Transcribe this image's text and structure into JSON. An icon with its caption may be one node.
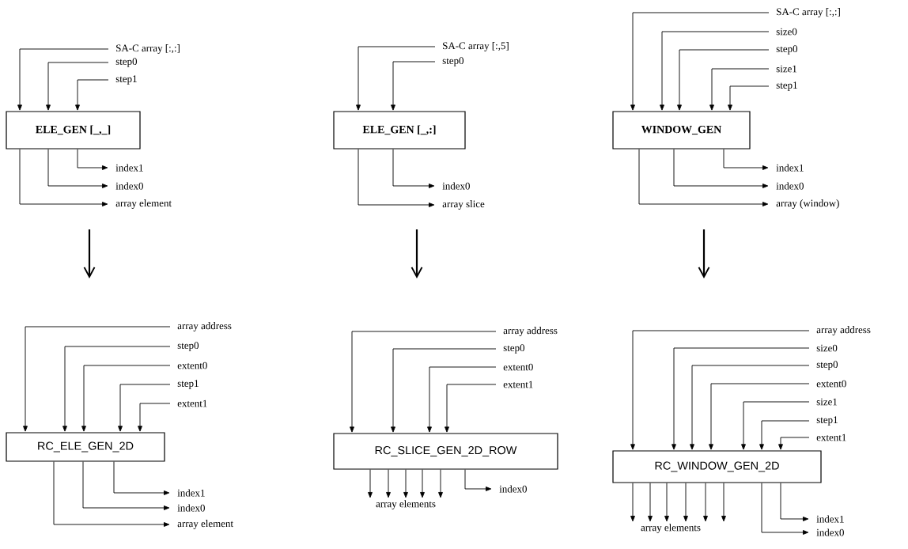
{
  "diagram": {
    "nodes": [
      {
        "text": [
          "SA-C array [:,:]"
        ]
      },
      {
        "text": [
          "step0"
        ]
      },
      {
        "text": [
          "step1"
        ]
      },
      {
        "text": [
          "ELE_GEN [_,_]"
        ]
      },
      {
        "text": [
          "index1"
        ]
      },
      {
        "text": [
          "index0"
        ]
      },
      {
        "text": [
          "array element"
        ]
      },
      {
        "text": [
          "SA-C array [:,5]"
        ]
      },
      {
        "text": [
          "step0"
        ]
      },
      {
        "text": [
          "ELE_GEN [_,:]"
        ]
      },
      {
        "text": [
          "index0"
        ]
      },
      {
        "text": [
          "array slice"
        ]
      },
      {
        "text": [
          "SA-C array [:,:]"
        ]
      },
      {
        "text": [
          "size0"
        ]
      },
      {
        "text": [
          "step0"
        ]
      },
      {
        "text": [
          "size1"
        ]
      },
      {
        "text": [
          "step1"
        ]
      },
      {
        "text": [
          "WINDOW_GEN"
        ]
      },
      {
        "text": [
          "index1"
        ]
      },
      {
        "text": [
          "index0"
        ]
      },
      {
        "text": [
          "array (window)"
        ]
      },
      {
        "text": [
          "array address"
        ]
      },
      {
        "text": [
          "step0"
        ]
      },
      {
        "text": [
          "extent0"
        ]
      },
      {
        "text": [
          "step1"
        ]
      },
      {
        "text": [
          "extent1"
        ]
      },
      {
        "text": [
          "RC_ELE_GEN_2D"
        ]
      },
      {
        "text": [
          "index1"
        ]
      },
      {
        "text": [
          "index0"
        ]
      },
      {
        "text": [
          "array element"
        ]
      },
      {
        "text": [
          "array address"
        ]
      },
      {
        "text": [
          "step0"
        ]
      },
      {
        "text": [
          "extent0"
        ]
      },
      {
        "text": [
          "extent1"
        ]
      },
      {
        "text": [
          "RC_SLICE_GEN_2D_ROW"
        ]
      },
      {
        "text": [
          "array elements"
        ]
      },
      {
        "text": [
          "index0"
        ]
      },
      {
        "text": [
          "array address"
        ]
      },
      {
        "text": [
          "size0"
        ]
      },
      {
        "text": [
          "step0"
        ]
      },
      {
        "text": [
          "extent0"
        ]
      },
      {
        "text": [
          "size1"
        ]
      },
      {
        "text": [
          "step1"
        ]
      },
      {
        "text": [
          "extent1"
        ]
      },
      {
        "text": [
          "RC_WINDOW_GEN_2D"
        ]
      },
      {
        "text": [
          "array elements"
        ]
      },
      {
        "text": [
          "index1"
        ]
      },
      {
        "text": [
          "index0"
        ]
      }
    ],
    "edges": [
      {
        "from": 0,
        "to": 3,
        "arrow": "to"
      },
      {
        "from": 1,
        "to": 3,
        "arrow": "to"
      },
      {
        "from": 2,
        "to": 3,
        "arrow": "to"
      },
      {
        "from": 3,
        "to": 4,
        "arrow": "to"
      },
      {
        "from": 3,
        "to": 5,
        "arrow": "to"
      },
      {
        "from": 3,
        "to": 6,
        "arrow": "to"
      },
      {
        "from": 7,
        "to": 9,
        "arrow": "to"
      },
      {
        "from": 8,
        "to": 9,
        "arrow": "to"
      },
      {
        "from": 9,
        "to": 10,
        "arrow": "to"
      },
      {
        "from": 9,
        "to": 11,
        "arrow": "to"
      },
      {
        "from": 12,
        "to": 17,
        "arrow": "to"
      },
      {
        "from": 13,
        "to": 17,
        "arrow": "to"
      },
      {
        "from": 14,
        "to": 17,
        "arrow": "to"
      },
      {
        "from": 15,
        "to": 17,
        "arrow": "to"
      },
      {
        "from": 16,
        "to": 17,
        "arrow": "to"
      },
      {
        "from": 17,
        "to": 18,
        "arrow": "to"
      },
      {
        "from": 17,
        "to": 19,
        "arrow": "to"
      },
      {
        "from": 17,
        "to": 20,
        "arrow": "to"
      },
      {
        "from": 21,
        "to": 26,
        "arrow": "to"
      },
      {
        "from": 22,
        "to": 26,
        "arrow": "to"
      },
      {
        "from": 23,
        "to": 26,
        "arrow": "to"
      },
      {
        "from": 24,
        "to": 26,
        "arrow": "to"
      },
      {
        "from": 25,
        "to": 26,
        "arrow": "to"
      },
      {
        "from": 26,
        "to": 27,
        "arrow": "to"
      },
      {
        "from": 26,
        "to": 28,
        "arrow": "to"
      },
      {
        "from": 26,
        "to": 29,
        "arrow": "to"
      },
      {
        "from": 30,
        "to": 34,
        "arrow": "to"
      },
      {
        "from": 31,
        "to": 34,
        "arrow": "to"
      },
      {
        "from": 32,
        "to": 34,
        "arrow": "to"
      },
      {
        "from": 33,
        "to": 34,
        "arrow": "to"
      },
      {
        "from": 34,
        "to": 35,
        "arrow": "to"
      },
      {
        "from": 34,
        "to": 35,
        "arrow": "to"
      },
      {
        "from": 34,
        "to": 35,
        "arrow": "to"
      },
      {
        "from": 34,
        "to": 35,
        "arrow": "to"
      },
      {
        "from": 34,
        "to": 35,
        "arrow": "to"
      },
      {
        "from": 34,
        "to": 36,
        "arrow": "to"
      },
      {
        "from": 37,
        "to": 44,
        "arrow": "to"
      },
      {
        "from": 38,
        "to": 44,
        "arrow": "to"
      },
      {
        "from": 39,
        "to": 44,
        "arrow": "to"
      },
      {
        "from": 40,
        "to": 44,
        "arrow": "to"
      },
      {
        "from": 41,
        "to": 44,
        "arrow": "to"
      },
      {
        "from": 42,
        "to": 44,
        "arrow": "to"
      },
      {
        "from": 43,
        "to": 44,
        "arrow": "to"
      },
      {
        "from": 44,
        "to": 45,
        "arrow": "to"
      },
      {
        "from": 44,
        "to": 45,
        "arrow": "to"
      },
      {
        "from": 44,
        "to": 45,
        "arrow": "to"
      },
      {
        "from": 44,
        "to": 45,
        "arrow": "to"
      },
      {
        "from": 44,
        "to": 45,
        "arrow": "to"
      },
      {
        "from": 44,
        "to": 45,
        "arrow": "to"
      },
      {
        "from": 44,
        "to": 46,
        "arrow": "to"
      },
      {
        "from": 44,
        "to": 47,
        "arrow": "to"
      }
    ]
  }
}
